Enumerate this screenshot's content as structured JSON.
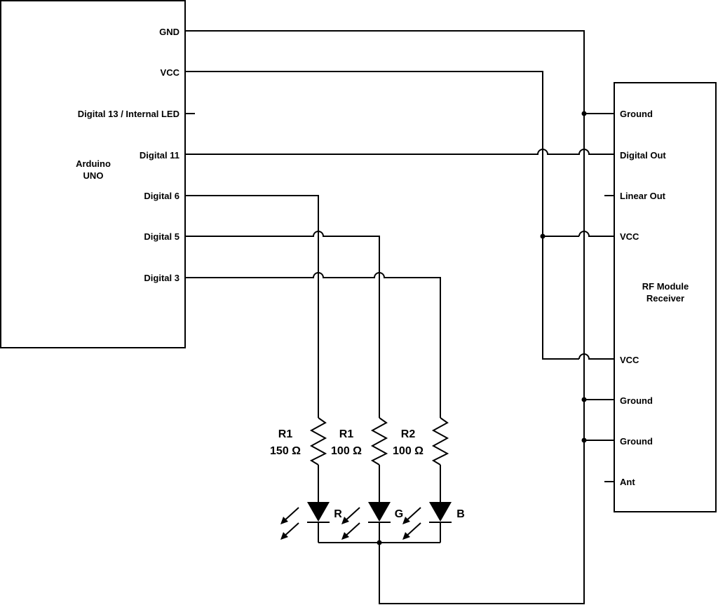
{
  "arduino": {
    "name_line1": "Arduino",
    "name_line2": "UNO",
    "pins": {
      "gnd": "GND",
      "vcc": "VCC",
      "d13": "Digital 13 / Internal LED",
      "d11": "Digital 11",
      "d6": "Digital 6",
      "d5": "Digital 5",
      "d3": "Digital 3"
    }
  },
  "rf_module": {
    "name_line1": "RF Module",
    "name_line2": "Receiver",
    "pins": {
      "ground1": "Ground",
      "digital_out": "Digital Out",
      "linear_out": "Linear Out",
      "vcc1": "VCC",
      "vcc2": "VCC",
      "ground2": "Ground",
      "ground3": "Ground",
      "ant": "Ant"
    }
  },
  "resistors": [
    {
      "name": "R1",
      "value": "150 Ω"
    },
    {
      "name": "R1",
      "value": "100 Ω"
    },
    {
      "name": "R2",
      "value": "100 Ω"
    }
  ],
  "leds": [
    "R",
    "G",
    "B"
  ]
}
